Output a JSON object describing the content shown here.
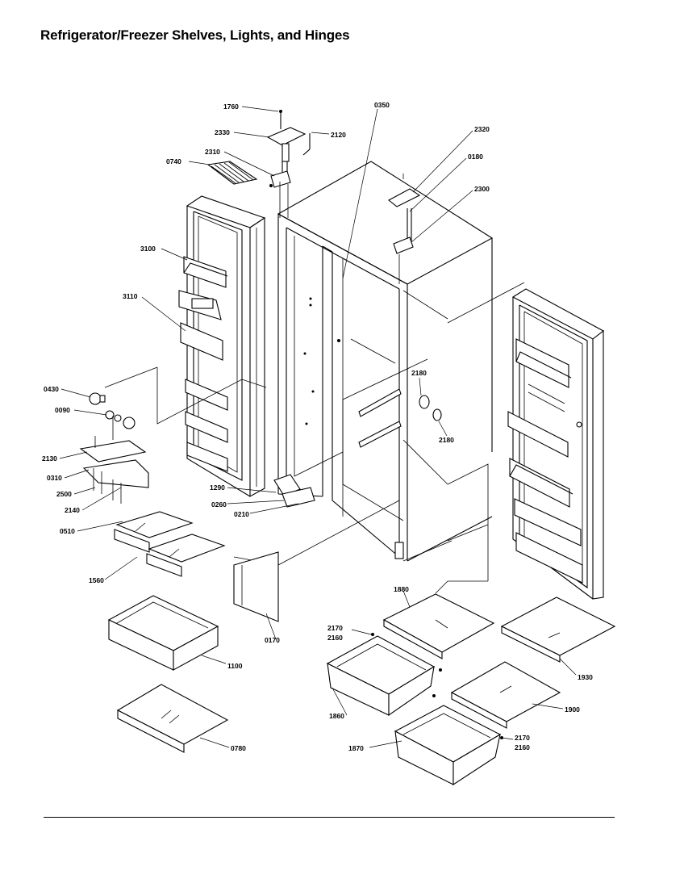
{
  "title": "Refrigerator/Freezer Shelves, Lights, and Hinges",
  "callouts": {
    "c1760": "1760",
    "c2330": "2330",
    "c2120": "2120",
    "c2310": "2310",
    "c0740": "0740",
    "c0350": "0350",
    "c2320": "2320",
    "c0180": "0180",
    "c2300": "2300",
    "c3100": "3100",
    "c3110": "3110",
    "c0430": "0430",
    "c0090": "0090",
    "c2130": "2130",
    "c0310": "0310",
    "c2500": "2500",
    "c2140": "2140",
    "c0510": "0510",
    "c1290": "1290",
    "c0260": "0260",
    "c0210": "0210",
    "c2180a": "2180",
    "c2180b": "2180",
    "c1560": "1560",
    "c1100": "1100",
    "c0170": "0170",
    "c0780": "0780",
    "c1880": "1880",
    "c2170a": "2170",
    "c2160a": "2160",
    "c1930": "1930",
    "c1860": "1860",
    "c1900": "1900",
    "c1870": "1870",
    "c2170b": "2170",
    "c2160b": "2160"
  }
}
